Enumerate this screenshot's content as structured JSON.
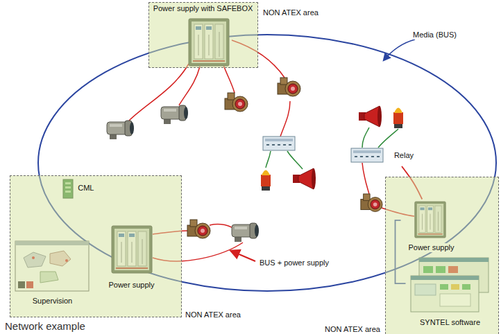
{
  "diagram": {
    "caption": "Network example",
    "nodes": [
      {
        "text": [
          "NON ATEX area"
        ]
      },
      {
        "text": [
          "Power supply with SAFEBOX"
        ],
        "in": 0
      },
      {
        "text": [
          "Relay"
        ]
      },
      {
        "text": [
          "NON ATEX area"
        ]
      },
      {
        "text": [
          "CML"
        ],
        "in": 3
      },
      {
        "text": [
          "Supervision"
        ],
        "in": 3
      },
      {
        "text": [
          "Power supply"
        ],
        "in": 3
      },
      {
        "text": [
          "NON ATEX area"
        ]
      },
      {
        "text": [
          "Power supply"
        ],
        "in": 7
      },
      {
        "text": [
          "SYNTEL software"
        ],
        "in": 7
      }
    ],
    "edges": [
      {
        "from": 2,
        "to": 8,
        "arrow": "none"
      },
      {
        "from": 8,
        "to": 9,
        "arrow": "none"
      }
    ],
    "labels": [
      "Media (BUS)",
      "BUS + power supply"
    ]
  }
}
